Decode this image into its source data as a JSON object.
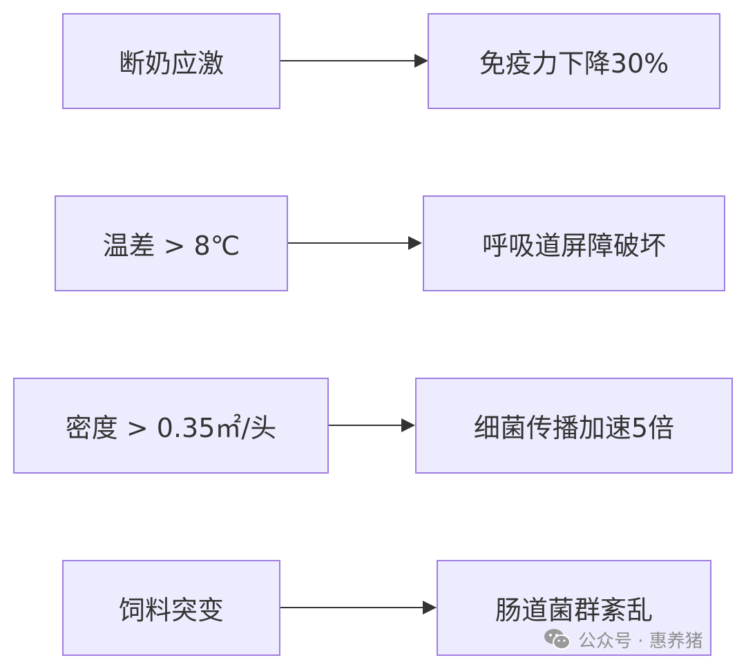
{
  "diagram": {
    "rows": [
      {
        "cause": "断奶应激",
        "effect": "免疫力下降30%"
      },
      {
        "cause": "温差 > 8℃",
        "effect": "呼吸道屏障破坏"
      },
      {
        "cause": "密度 > 0.35㎡/头",
        "effect": "细菌传播加速5倍"
      },
      {
        "cause": "饲料突变",
        "effect": "肠道菌群紊乱"
      }
    ]
  },
  "watermark": {
    "icon": "wechat-icon",
    "text": "公众号 · 惠养猪"
  },
  "colors": {
    "node_fill": "#ececfe",
    "node_border": "#9f7ce0",
    "text": "#333333",
    "arrow": "#333333",
    "watermark": "#8f8f8f"
  }
}
